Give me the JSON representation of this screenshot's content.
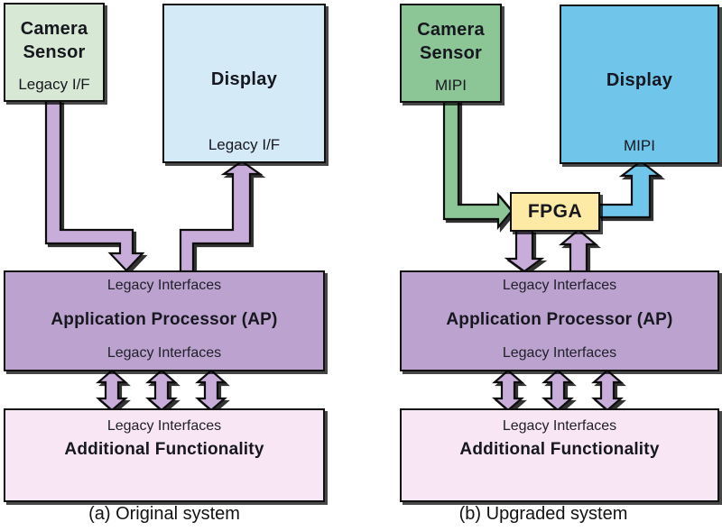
{
  "colors": {
    "camera_legacy_fill": "#d7e9d5",
    "camera_mipi_fill": "#8cc697",
    "display_legacy_fill": "#d4eaf7",
    "display_mipi_fill": "#6fc5ea",
    "ap_fill": "#bca3cf",
    "additional_fill": "#f9e6f4",
    "fpga_fill": "#fdeaa4",
    "arrow_purple": "#c8adda",
    "arrow_green": "#8cc697",
    "arrow_blue": "#6fc5ea",
    "outline": "#111111"
  },
  "diagrams": {
    "a": {
      "caption": "(a) Original system",
      "camera_sensor": {
        "name_line1": "Camera",
        "name_line2": "Sensor",
        "interface_label": "Legacy I/F"
      },
      "display": {
        "name": "Display",
        "interface_label": "Legacy I/F"
      },
      "application_processor": {
        "top_interface_label": "Legacy Interfaces",
        "name": "Application Processor (AP)",
        "bottom_interface_label": "Legacy Interfaces"
      },
      "additional_functionality": {
        "interface_label": "Legacy Interfaces",
        "name": "Additional Functionality"
      }
    },
    "b": {
      "caption": "(b) Upgraded system",
      "camera_sensor": {
        "name_line1": "Camera",
        "name_line2": "Sensor",
        "interface_label": "MIPI"
      },
      "display": {
        "name": "Display",
        "interface_label": "MIPI"
      },
      "fpga": {
        "name": "FPGA"
      },
      "application_processor": {
        "top_interface_label": "Legacy Interfaces",
        "name": "Application Processor (AP)",
        "bottom_interface_label": "Legacy Interfaces"
      },
      "additional_functionality": {
        "interface_label": "Legacy Interfaces",
        "name": "Additional Functionality"
      }
    }
  }
}
